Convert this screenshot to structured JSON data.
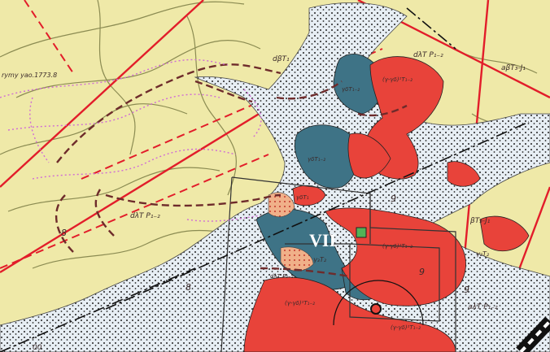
{
  "map": {
    "colors": {
      "background": "#efe9a8",
      "red_unit": "#e8433a",
      "teal_unit": "#3e7386",
      "sand_unit": "#e7eef4",
      "olive_line": "#8b8b52",
      "fault_red": "#e21d2a",
      "dashed_brown": "#6e2b2b",
      "dotted_magenta": "#d06bd6",
      "frame_line": "#333333",
      "green_marker": "#52b356",
      "highway_black": "#111111"
    },
    "labels": {
      "unit_dxtp_top": "dλT P₁₋₂",
      "unit_ap_right": "aβT₃-J₁",
      "unit_yt_left": "rymy yao.1773.8",
      "unit_dtb": "dβT₁",
      "unit_red_top": "(γ-γδ)¹T₁₋₂",
      "unit_teal_top": "γδT₁₋₂",
      "unit_teal_mid": "γδT₁₋₂",
      "unit_red_mid": "γδT₁",
      "unit_dxtp_mid": "dλT P₁₋₂",
      "unit_bt_right": "βT₃-J₁",
      "unit_roman": "VII",
      "unit_teal_low": "γ₃T₂",
      "unit_red_low": "(γ-γδ)¹T₁₋₂",
      "unit_red_low2": "(γ-γδ)¹T₁₋₂",
      "unit_red_bottom": "(γ-γδ)¹T₁₋₂",
      "unit_right_low": "aλT P₁₋₂",
      "unit_right_mid": "γ₂T₂",
      "unit_dt_sand": "dλT P₁₋₂",
      "grid_8_left": "8",
      "grid_8_mid": "8",
      "grid_9_top": "9",
      "grid_9_low": "9",
      "grid_9_right": "9",
      "corner_tick": "00"
    }
  }
}
